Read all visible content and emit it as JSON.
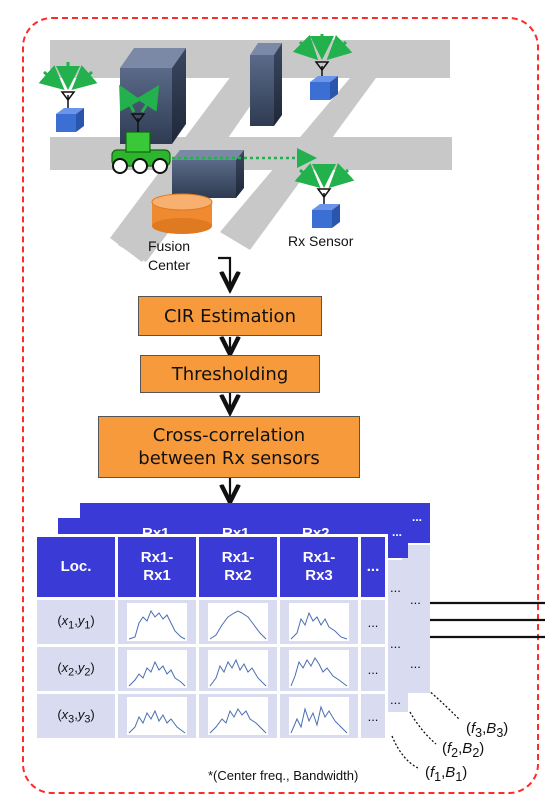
{
  "scene": {
    "fusion_center_line1": "Fusion",
    "fusion_center_line2": "Center",
    "rx_sensor_label": "Rx Sensor"
  },
  "pipeline": {
    "step1": "CIR Estimation",
    "step2": "Thresholding",
    "step3_line1": "Cross-correlation",
    "step3_line2": "between Rx sensors"
  },
  "table": {
    "back_headers": [
      "Rx1",
      "Rx1",
      "Rx2",
      "..."
    ],
    "loc_header": "Loc.",
    "col_headers": [
      {
        "line1": "Rx1-",
        "line2": "Rx1"
      },
      {
        "line1": "Rx1-",
        "line2": "Rx2"
      },
      {
        "line1": "Rx1-",
        "line2": "Rx3"
      }
    ],
    "ellipsis": "...",
    "rows": [
      {
        "x": "x",
        "xs": "1",
        "y": "y",
        "ys": "1"
      },
      {
        "x": "x",
        "xs": "2",
        "y": "y",
        "ys": "2"
      },
      {
        "x": "x",
        "xs": "3",
        "y": "y",
        "ys": "3"
      }
    ]
  },
  "freq_bands": [
    {
      "f": "f",
      "fs": "3",
      "b": "B",
      "bs": "3"
    },
    {
      "f": "f",
      "fs": "2",
      "b": "B",
      "bs": "2"
    },
    {
      "f": "f",
      "fs": "1",
      "b": "B",
      "bs": "1"
    }
  ],
  "footnote": "*(Center freq., Bandwidth)",
  "colors": {
    "frame": "#ff2a2a",
    "road": "#c8c8c8",
    "building": "#3d4b66",
    "sensor": "#3b6fd4",
    "robot": "#2db52d",
    "signal_arrow": "#22b14c",
    "fusion_center": "#f08a30",
    "process_box": "#f79a3c",
    "table_header": "#3a3ad6",
    "table_cell": "#d9dbf0"
  }
}
